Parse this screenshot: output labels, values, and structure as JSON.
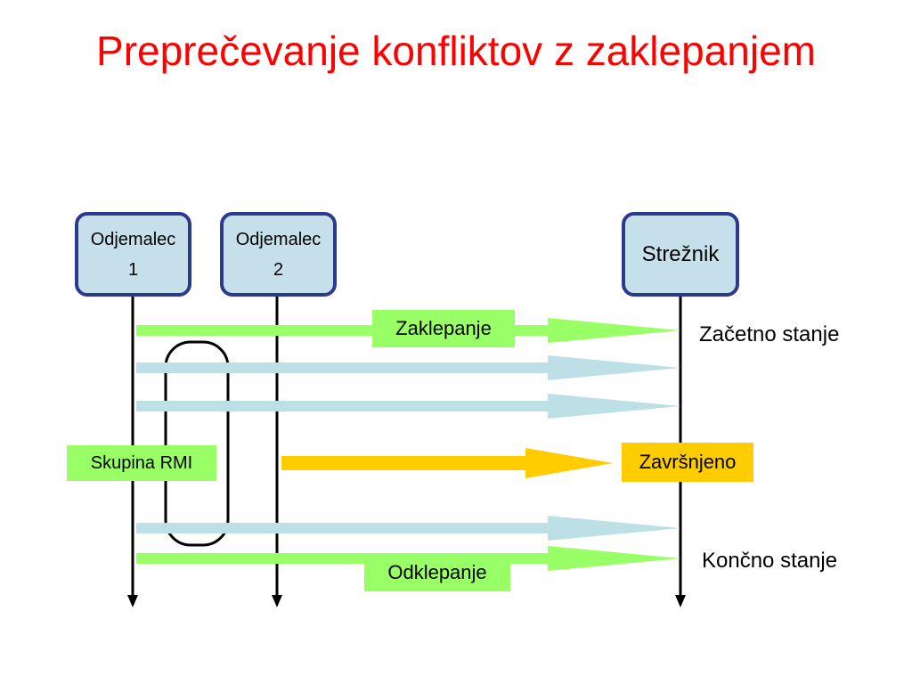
{
  "title": "Preprečevanje konfliktov z zaklepanjem",
  "participants": [
    {
      "line1": "Odjemalec",
      "line2": "1"
    },
    {
      "line1": "Odjemalec",
      "line2": "2"
    },
    {
      "line1": "Strežnik"
    }
  ],
  "labels": {
    "lock": "Zaklepanje",
    "unlock": "Odklepanje",
    "rmi_group": "Skupina RMI",
    "rejected": "Završnjeno",
    "initial_state": "Začetno stanje",
    "final_state": "Končno stanje"
  },
  "colors": {
    "title": "#ff0000",
    "lock_arrow": "#99ff66",
    "rmi_arrow": "#bde0e6",
    "rejected_arrow": "#ffcc00",
    "node_fill": "#c5e0ea",
    "node_border": "#2b3a8c"
  }
}
